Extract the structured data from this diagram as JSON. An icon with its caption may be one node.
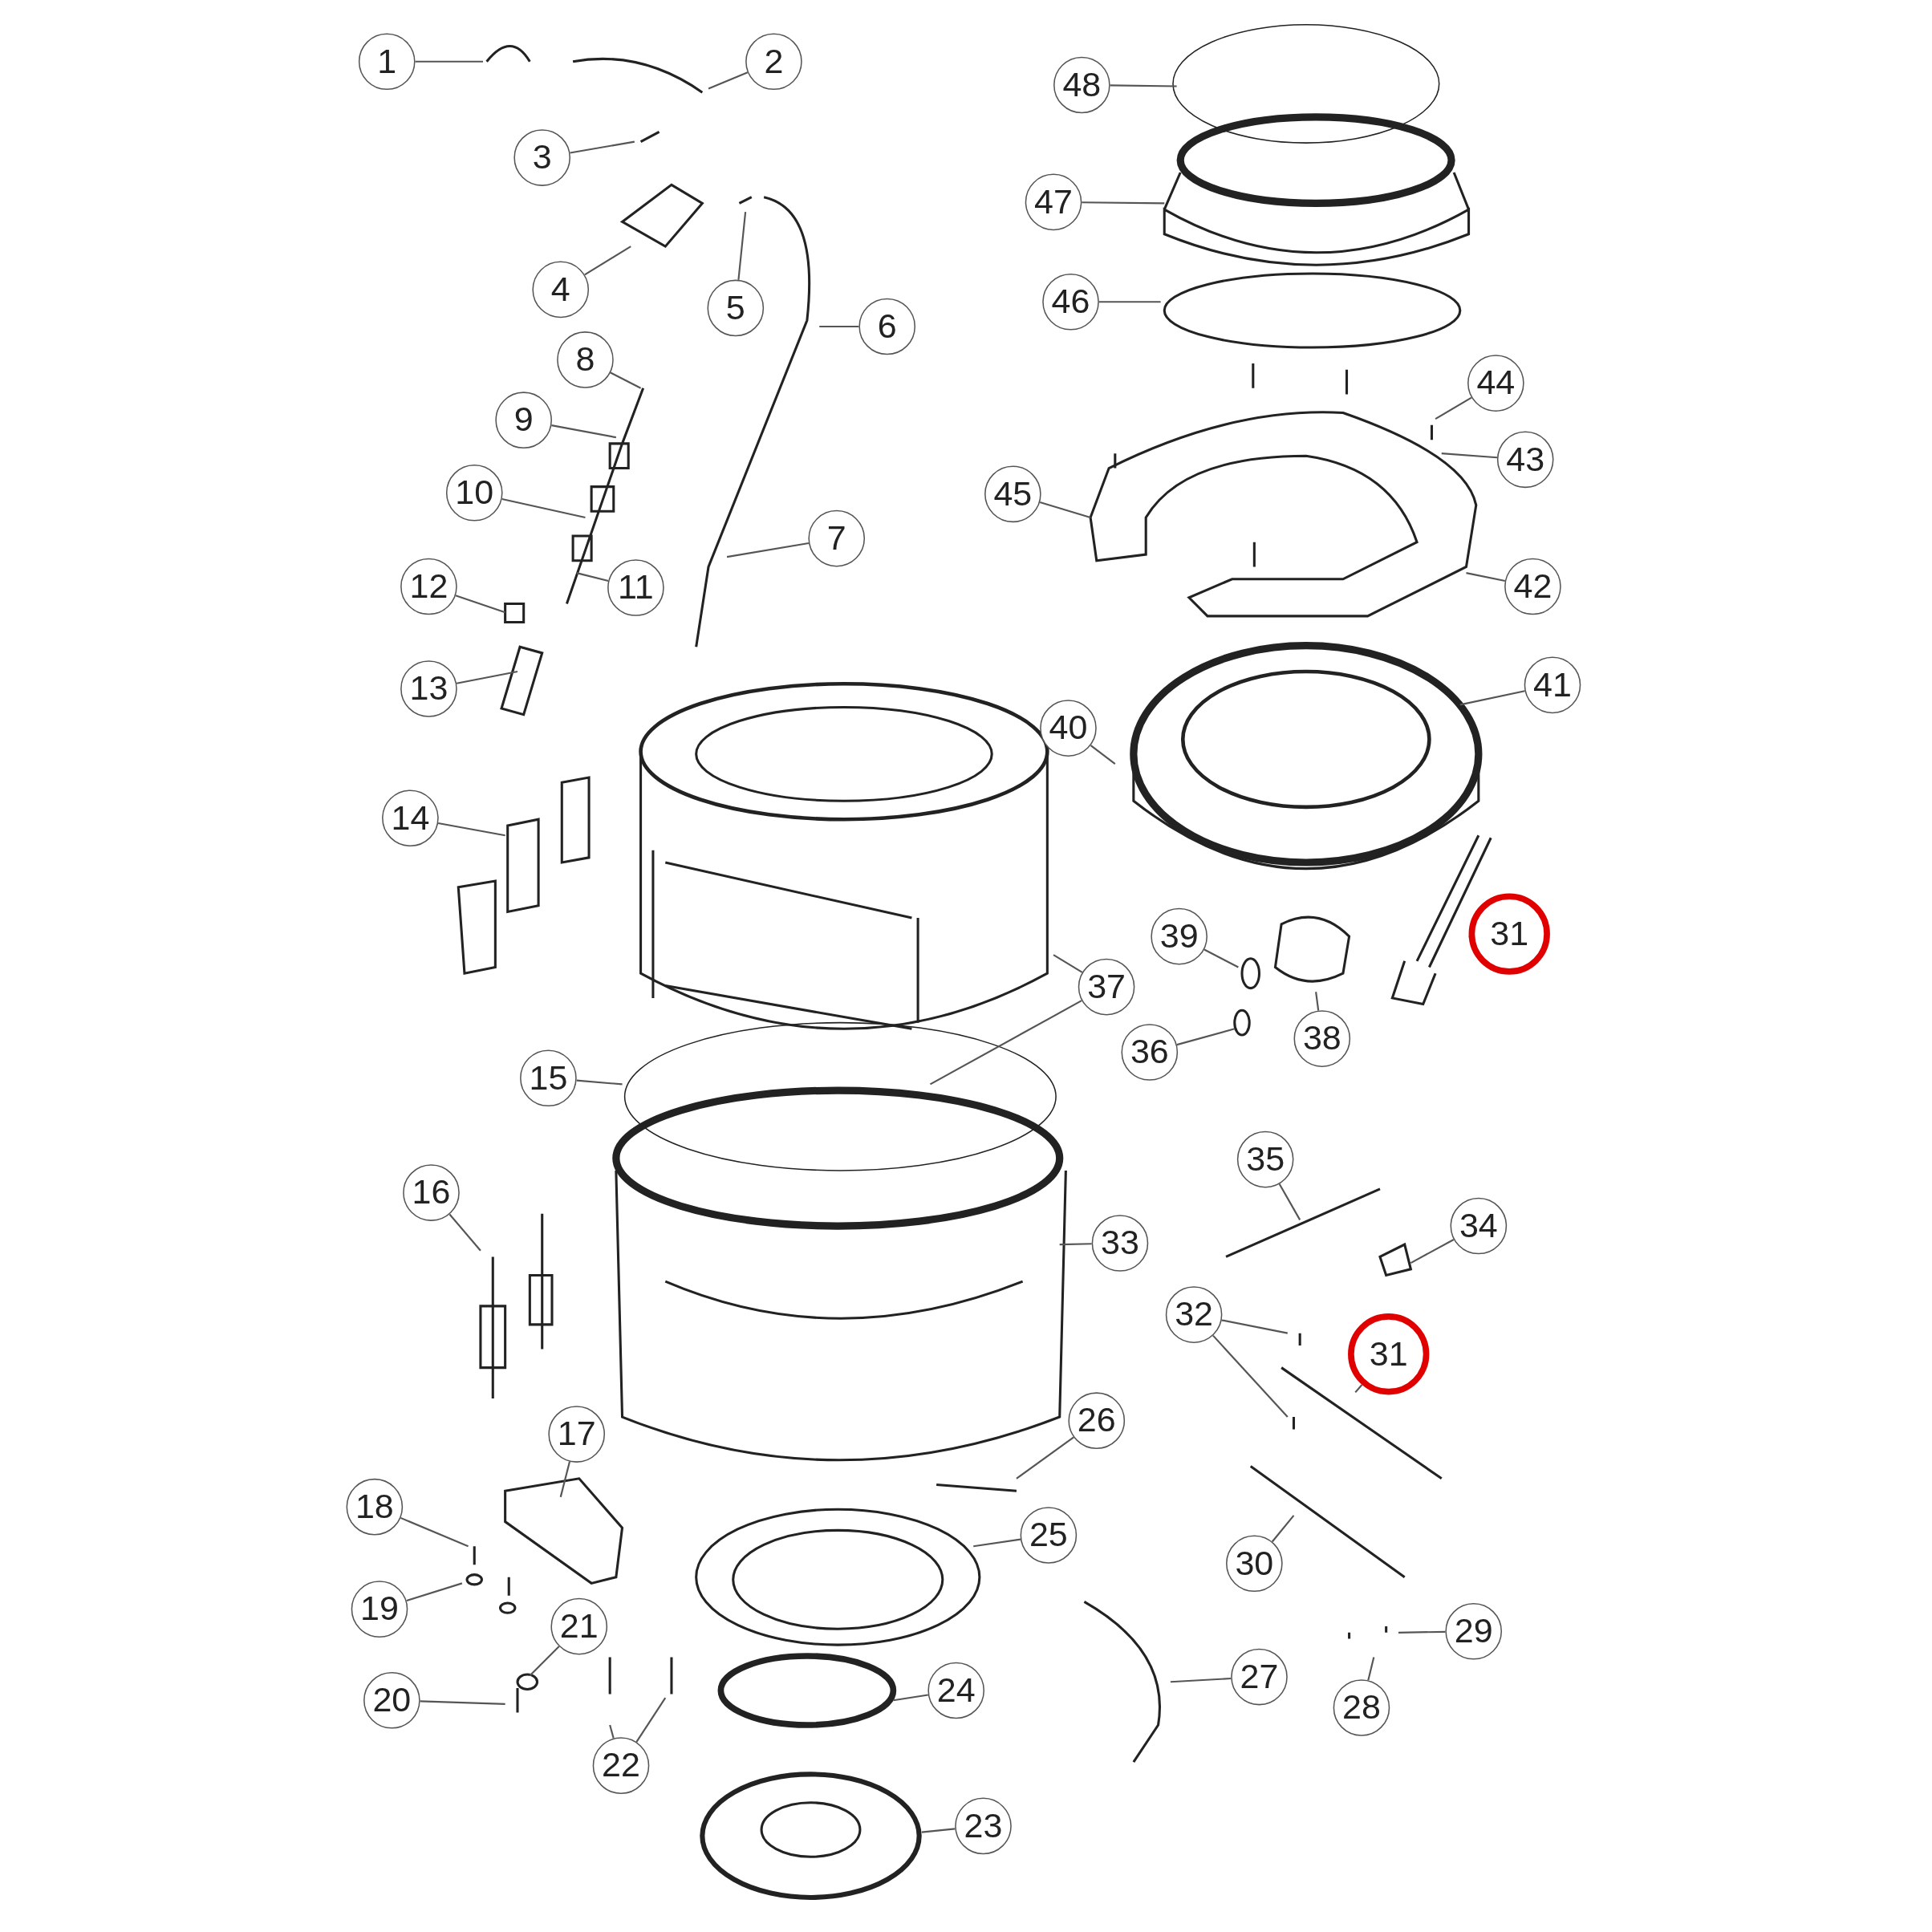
{
  "diagram": {
    "nodes": [
      {
        "text": [
          "1"
        ]
      },
      {
        "text": [
          "2"
        ]
      },
      {
        "text": [
          "3"
        ]
      },
      {
        "text": [
          "4"
        ]
      },
      {
        "text": [
          "5"
        ]
      },
      {
        "text": [
          "6"
        ]
      },
      {
        "text": [
          "7"
        ]
      },
      {
        "text": [
          "8"
        ]
      },
      {
        "text": [
          "9"
        ]
      },
      {
        "text": [
          "10"
        ]
      },
      {
        "text": [
          "11"
        ]
      },
      {
        "text": [
          "12"
        ]
      },
      {
        "text": [
          "13"
        ]
      },
      {
        "text": [
          "14"
        ]
      },
      {
        "text": [
          "15"
        ]
      },
      {
        "text": [
          "16"
        ]
      },
      {
        "text": [
          "17"
        ]
      },
      {
        "text": [
          "18"
        ]
      },
      {
        "text": [
          "19"
        ]
      },
      {
        "text": [
          "20"
        ]
      },
      {
        "text": [
          "21"
        ]
      },
      {
        "text": [
          "22"
        ]
      },
      {
        "text": [
          "23"
        ]
      },
      {
        "text": [
          "24"
        ]
      },
      {
        "text": [
          "25"
        ]
      },
      {
        "text": [
          "26"
        ]
      },
      {
        "text": [
          "27"
        ]
      },
      {
        "text": [
          "28"
        ]
      },
      {
        "text": [
          "29"
        ]
      },
      {
        "text": [
          "30"
        ]
      },
      {
        "text": [
          "31"
        ]
      },
      {
        "text": [
          "31"
        ]
      },
      {
        "text": [
          "32"
        ]
      },
      {
        "text": [
          "33"
        ]
      },
      {
        "text": [
          "34"
        ]
      },
      {
        "text": [
          "35"
        ]
      },
      {
        "text": [
          "36"
        ]
      },
      {
        "text": [
          "37"
        ]
      },
      {
        "text": [
          "38"
        ]
      },
      {
        "text": [
          "39"
        ]
      },
      {
        "text": [
          "40"
        ]
      },
      {
        "text": [
          "41"
        ]
      },
      {
        "text": [
          "42"
        ]
      },
      {
        "text": [
          "43"
        ]
      },
      {
        "text": [
          "44"
        ]
      },
      {
        "text": [
          "45"
        ]
      },
      {
        "text": [
          "46"
        ]
      },
      {
        "text": [
          "47"
        ]
      },
      {
        "text": [
          "48"
        ]
      }
    ],
    "edges": [
      {
        "from": 0,
        "to": null,
        "arrow": "none"
      },
      {
        "from": 1,
        "to": null,
        "arrow": "none"
      },
      {
        "from": 2,
        "to": null,
        "arrow": "none"
      },
      {
        "from": 3,
        "to": null,
        "arrow": "none"
      },
      {
        "from": 4,
        "to": null,
        "arrow": "none"
      },
      {
        "from": 5,
        "to": null,
        "arrow": "none"
      },
      {
        "from": 6,
        "to": null,
        "arrow": "none"
      },
      {
        "from": 7,
        "to": null,
        "arrow": "none"
      },
      {
        "from": 8,
        "to": null,
        "arrow": "none"
      },
      {
        "from": 9,
        "to": null,
        "arrow": "none"
      },
      {
        "from": 10,
        "to": null,
        "arrow": "none"
      },
      {
        "from": 11,
        "to": null,
        "arrow": "none"
      },
      {
        "from": 12,
        "to": null,
        "arrow": "none"
      },
      {
        "from": 13,
        "to": null,
        "arrow": "none"
      },
      {
        "from": 14,
        "to": null,
        "arrow": "none"
      },
      {
        "from": 15,
        "to": null,
        "arrow": "none"
      },
      {
        "from": 16,
        "to": null,
        "arrow": "none"
      },
      {
        "from": 17,
        "to": null,
        "arrow": "none"
      },
      {
        "from": 18,
        "to": null,
        "arrow": "none"
      },
      {
        "from": 19,
        "to": null,
        "arrow": "none"
      },
      {
        "from": 20,
        "to": null,
        "arrow": "none"
      },
      {
        "from": 21,
        "to": null,
        "arrow": "none"
      },
      {
        "from": 21,
        "to": null,
        "arrow": "none"
      },
      {
        "from": 22,
        "to": null,
        "arrow": "none"
      },
      {
        "from": 23,
        "to": null,
        "arrow": "none"
      },
      {
        "from": 24,
        "to": null,
        "arrow": "none"
      },
      {
        "from": 25,
        "to": null,
        "arrow": "none"
      },
      {
        "from": 26,
        "to": null,
        "arrow": "none"
      },
      {
        "from": 27,
        "to": null,
        "arrow": "none"
      },
      {
        "from": 28,
        "to": null,
        "arrow": "none"
      },
      {
        "from": 29,
        "to": null,
        "arrow": "none"
      },
      {
        "from": 30,
        "to": null,
        "arrow": "none"
      },
      {
        "from": 31,
        "to": null,
        "arrow": "none"
      },
      {
        "from": 32,
        "to": null,
        "arrow": "none"
      },
      {
        "from": 32,
        "to": null,
        "arrow": "none"
      },
      {
        "from": 33,
        "to": null,
        "arrow": "none"
      },
      {
        "from": 34,
        "to": null,
        "arrow": "none"
      },
      {
        "from": 35,
        "to": null,
        "arrow": "none"
      },
      {
        "from": 36,
        "to": null,
        "arrow": "none"
      },
      {
        "from": 37,
        "to": null,
        "arrow": "none"
      },
      {
        "from": 37,
        "to": null,
        "arrow": "none"
      },
      {
        "from": 38,
        "to": null,
        "arrow": "none"
      },
      {
        "from": 39,
        "to": null,
        "arrow": "none"
      },
      {
        "from": 40,
        "to": null,
        "arrow": "none"
      },
      {
        "from": 41,
        "to": null,
        "arrow": "none"
      },
      {
        "from": 42,
        "to": null,
        "arrow": "none"
      },
      {
        "from": 43,
        "to": null,
        "arrow": "none"
      },
      {
        "from": 44,
        "to": null,
        "arrow": "none"
      },
      {
        "from": 45,
        "to": null,
        "arrow": "none"
      },
      {
        "from": 46,
        "to": null,
        "arrow": "none"
      },
      {
        "from": 47,
        "to": null,
        "arrow": "none"
      },
      {
        "from": 48,
        "to": null,
        "arrow": "none"
      }
    ]
  }
}
